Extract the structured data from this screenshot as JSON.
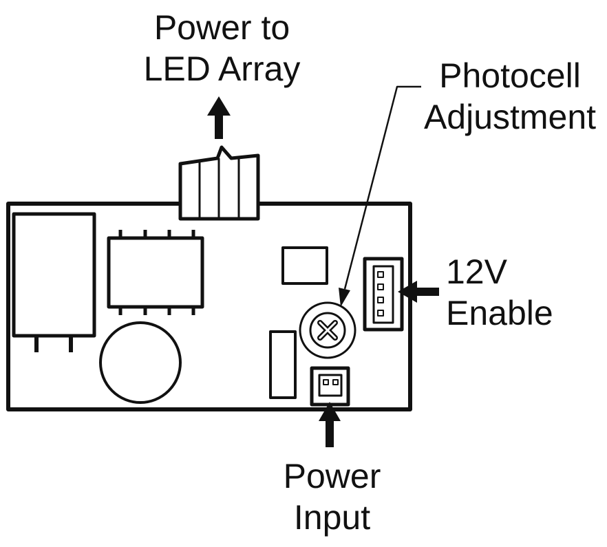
{
  "labels": {
    "power_to_led": {
      "line1": "Power to",
      "line2": "LED Array"
    },
    "photocell": {
      "line1": "Photocell",
      "line2": "Adjustment"
    },
    "enable": {
      "line1": "12V",
      "line2": "Enable"
    },
    "power_input": {
      "line1": "Power",
      "line2": "Input"
    }
  },
  "colors": {
    "ink": "#111111",
    "fill": "#ffffff"
  }
}
